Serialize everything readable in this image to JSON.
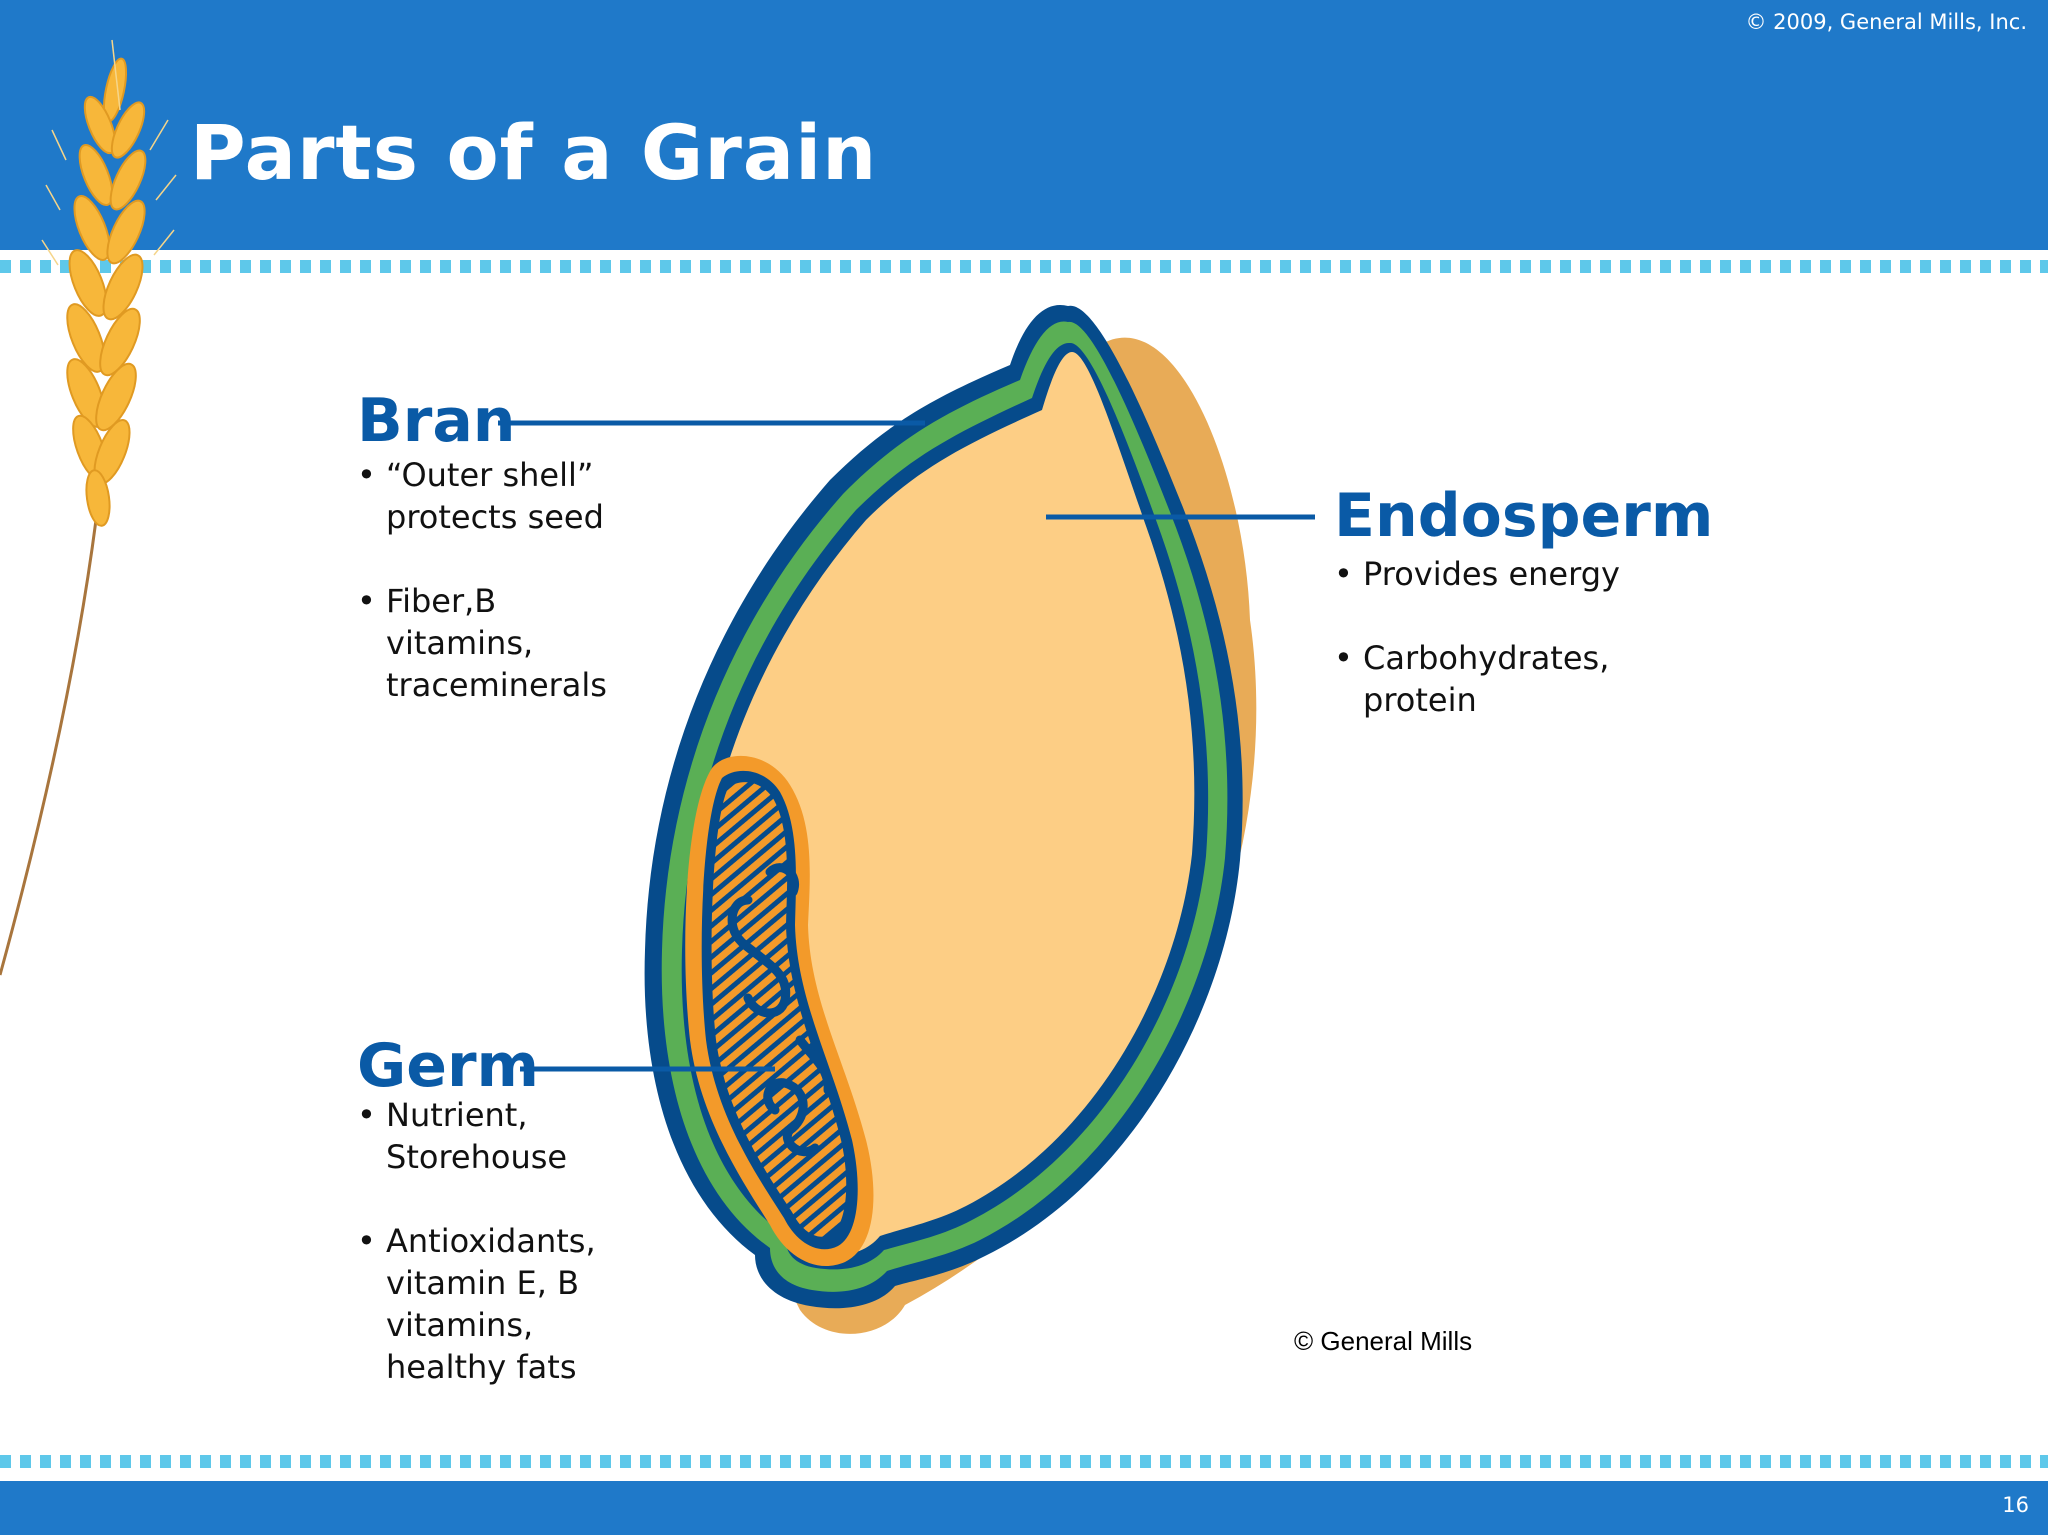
{
  "slide": {
    "title": "Parts of a Grain",
    "copyright_top": "© 2009, General Mills, Inc.",
    "page_number": "16",
    "image_credit": "© General Mills"
  },
  "colors": {
    "header_blue": "#1f79c9",
    "dot_cyan": "#5ec8ea",
    "label_blue": "#0a5aa6",
    "bran_green": "#5aaf55",
    "outline_navy": "#064b8b",
    "endosperm_peach": "#fdce85",
    "germ_orange": "#f39a2a",
    "shadow_tan": "#e8ab57"
  },
  "icons": [
    "wheat-ear-icon"
  ],
  "parts": {
    "bran": {
      "name": "Bran",
      "bullets": [
        "“Outer shell” protects seed",
        "Fiber,B vitamins, traceminerals"
      ]
    },
    "endosperm": {
      "name": "Endosperm",
      "bullets": [
        "Provides energy",
        "Carbohydrates, protein"
      ]
    },
    "germ": {
      "name": "Germ",
      "bullets": [
        "Nutrient, Storehouse",
        "Antioxidants, vitamin E, B vitamins, healthy fats"
      ]
    }
  }
}
